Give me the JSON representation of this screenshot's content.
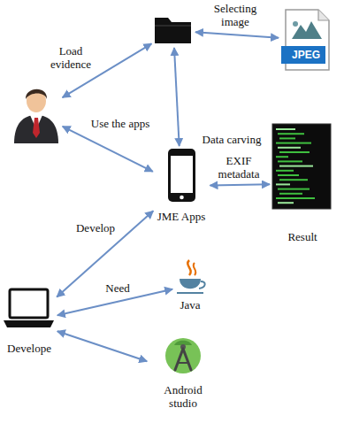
{
  "diagram": {
    "nodes": [
      {
        "text": []
      },
      {
        "text": [
          "JPEG"
        ]
      },
      {
        "text": []
      },
      {
        "text": [
          "JME Apps"
        ]
      },
      {
        "text": [
          "Result"
        ]
      },
      {
        "text": [
          "Develope"
        ]
      },
      {
        "text": [
          "Java"
        ]
      },
      {
        "text": [
          "Android studio"
        ]
      }
    ],
    "edges": [
      {
        "from": 0,
        "to": 1,
        "label": "Selecting image",
        "arrow": "both"
      },
      {
        "from": 0,
        "to": 2,
        "label": "Load evidence",
        "arrow": "both"
      },
      {
        "from": 0,
        "to": 3,
        "label": "Data carving",
        "arrow": "both"
      },
      {
        "from": 2,
        "to": 3,
        "label": "Use the apps",
        "arrow": "both"
      },
      {
        "from": 3,
        "to": 4,
        "label": "EXIF metadata",
        "arrow": "both"
      },
      {
        "from": 3,
        "to": 5,
        "label": "Develop",
        "arrow": "both"
      },
      {
        "from": 5,
        "to": 6,
        "label": "Need",
        "arrow": "both"
      },
      {
        "from": 5,
        "to": 7,
        "arrow": "both"
      }
    ]
  }
}
